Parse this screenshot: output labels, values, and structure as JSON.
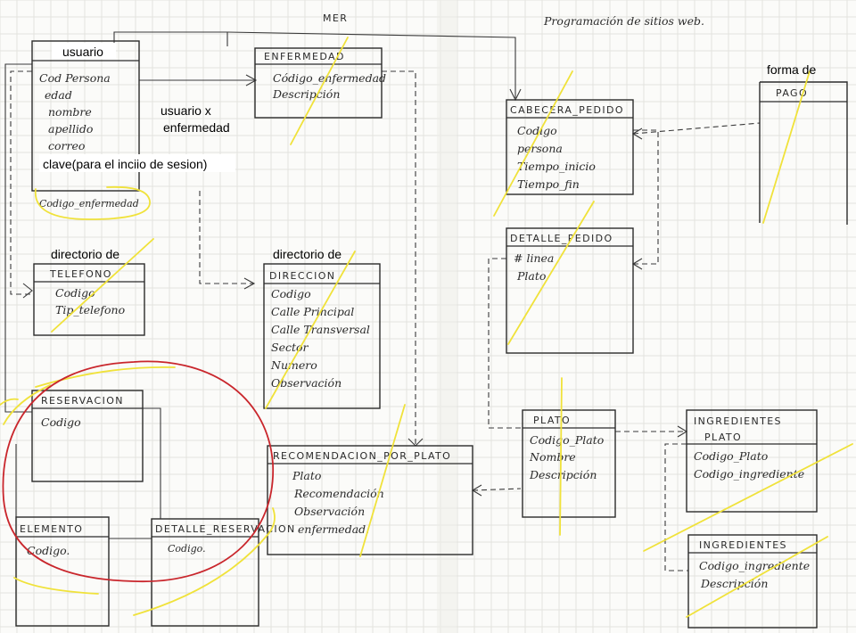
{
  "header": {
    "title": "MER",
    "course": "Programación de sitios web."
  },
  "notes": {
    "usuario": "usuario",
    "usuario_x_enfermedad_1": "usuario x",
    "usuario_x_enfermedad_2": "enfermedad",
    "clave": "clave(para el inciio de sesion)",
    "forma_de": "forma de",
    "directorio_telefono": "directorio de",
    "directorio_direccion": "directorio de"
  },
  "entities": {
    "persona": {
      "attributes": [
        "Cod Persona",
        "edad",
        "nombre",
        "apellido",
        "correo"
      ],
      "fk": "Codigo_enfermedad"
    },
    "enfermedad": {
      "title": "ENFERMEDAD",
      "attributes": [
        "Código_enfermedad",
        "Descripción"
      ]
    },
    "cabecera_pedido": {
      "title": "CABECERA_PEDIDO",
      "attributes": [
        "Codigo",
        "persona",
        "Tiempo_inicio",
        "Tiempo_fin"
      ]
    },
    "pago": {
      "title": "PAGO"
    },
    "telefono": {
      "title": "TELEFONO",
      "attributes": [
        "Codigo",
        "Tip_telefono"
      ]
    },
    "direccion": {
      "title": "DIRECCION",
      "attributes": [
        "Codigo",
        "Calle Principal",
        "Calle Transversal",
        "Sector",
        "Numero",
        "Observación"
      ]
    },
    "detalle_pedido": {
      "title": "DETALLE_PEDIDO",
      "attributes": [
        "# linea",
        "Plato"
      ]
    },
    "reservacion": {
      "title": "RESERVACION",
      "attributes": [
        "Codigo"
      ]
    },
    "recomendacion_por_plato": {
      "title": "RECOMENDACION_POR_PLATO",
      "attributes": [
        "Plato",
        "Recomendación",
        "Observación",
        "enfermedad."
      ]
    },
    "plato": {
      "title": "PLATO",
      "attributes": [
        "Codigo_Plato",
        "Nombre",
        "Descripción"
      ]
    },
    "ingredientes_plato": {
      "title_line1": "INGREDIENTES",
      "title_line2": "PLATO",
      "attributes": [
        "Codigo_Plato",
        "Codigo_ingrediente"
      ]
    },
    "elemento": {
      "title": "ELEMENTO",
      "attributes": [
        "Codigo."
      ]
    },
    "detalle_reservacion": {
      "title": "DETALLE_RESERVACION",
      "attributes": [
        "Codigo."
      ]
    },
    "ingredientes": {
      "title": "INGREDIENTES",
      "attributes": [
        "Codigo_ingrediente",
        "Descripción"
      ]
    }
  },
  "colors": {
    "ink": "#2b2b2b",
    "highlighter": "#f0e23a",
    "red_marker": "#c9262c",
    "paper": "#fbfbf9",
    "grid": "#e3e3de"
  }
}
